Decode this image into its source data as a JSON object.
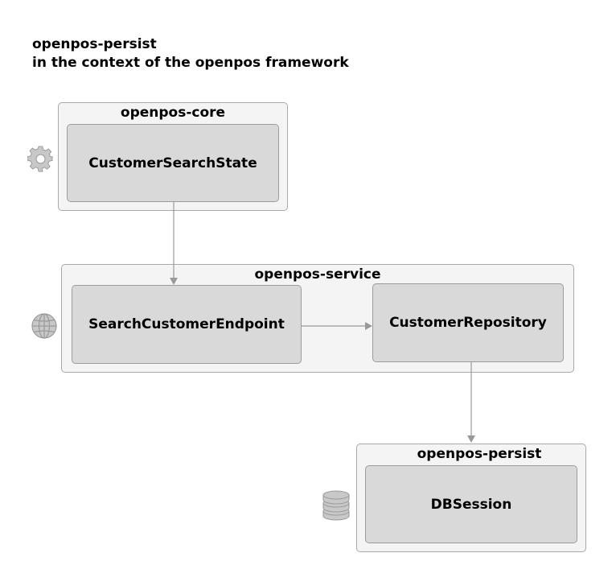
{
  "title": {
    "line1": "openpos-persist",
    "line2": "in the context of the openpos framework"
  },
  "groups": {
    "core": {
      "label": "openpos-core",
      "icon": "gear-icon"
    },
    "service": {
      "label": "openpos-service",
      "icon": "globe-icon"
    },
    "persist": {
      "label": "openpos-persist",
      "icon": "database-icon"
    }
  },
  "nodes": {
    "customer_search_state": "CustomerSearchState",
    "search_customer_endpoint": "SearchCustomerEndpoint",
    "customer_repository": "CustomerRepository",
    "db_session": "DBSession"
  },
  "edges": [
    {
      "from": "CustomerSearchState",
      "to": "SearchCustomerEndpoint"
    },
    {
      "from": "SearchCustomerEndpoint",
      "to": "CustomerRepository"
    },
    {
      "from": "CustomerRepository",
      "to": "DBSession"
    }
  ],
  "colors": {
    "group_fill": "#f4f4f4",
    "node_fill": "#d9d9d9",
    "border": "#a9a9a9",
    "edge": "#999999",
    "icon": "#c8c8c8"
  }
}
